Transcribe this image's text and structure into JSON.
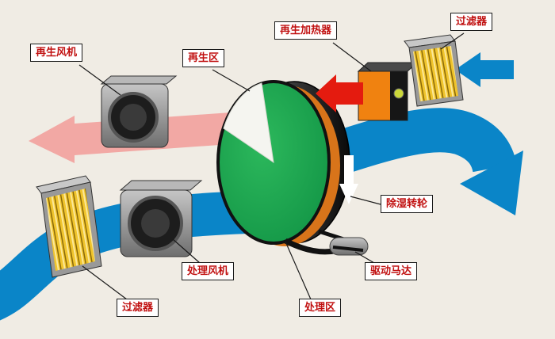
{
  "page": {
    "background": "#f0ece4",
    "kind": "rotary-desiccant-dehumidifier-schematic"
  },
  "labels": {
    "regen_fan": "再生风机",
    "regen_zone": "再生区",
    "regen_heater": "再生加热器",
    "filter_top": "过滤器",
    "wheel": "除湿转轮",
    "motor": "驱动马达",
    "process_zone": "处理区",
    "process_fan": "处理风机",
    "filter_bottom": "过滤器"
  },
  "colors": {
    "process_air_blue": "#0a85c8",
    "regen_air_pink": "#f2a8a4",
    "hot_air_red": "#e41b0f",
    "wheel_green": "#129a48",
    "wheel_rim_dark": "#1a1a1a",
    "wheel_inner_orange": "#d8741a",
    "heater_orange": "#f08210",
    "heater_side_black": "#161616",
    "filter_yellow": "#f0c42c",
    "label_text_red": "#c11111"
  }
}
